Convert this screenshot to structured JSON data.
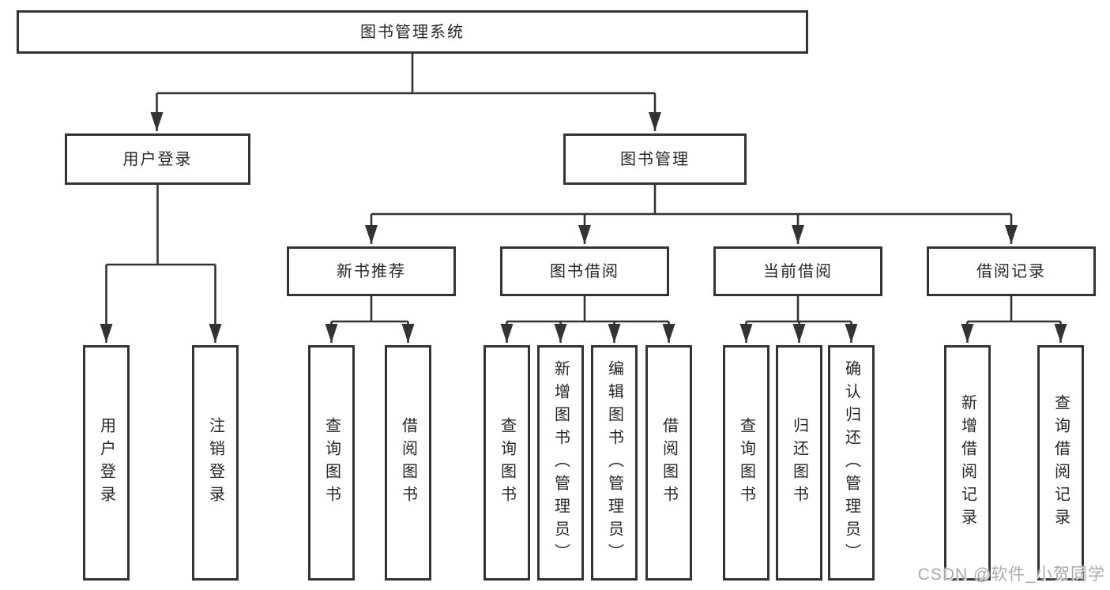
{
  "diagram_title": "图书管理系统",
  "colors": {
    "line": "#333333",
    "box_border": "#333333",
    "box_fill": "#ffffff",
    "text": "#262626",
    "watermark": "#aaaaaa",
    "background": "#ffffff"
  },
  "tree": {
    "label": "图书管理系统",
    "children": [
      {
        "label": "用户登录",
        "children": [
          {
            "label": "用户登录"
          },
          {
            "label": "注销登录"
          }
        ]
      },
      {
        "label": "图书管理",
        "children": [
          {
            "label": "新书推荐",
            "children": [
              {
                "label": "查询图书"
              },
              {
                "label": "借阅图书"
              }
            ]
          },
          {
            "label": "图书借阅",
            "children": [
              {
                "label": "查询图书"
              },
              {
                "label": "新增图书（管理员）"
              },
              {
                "label": "编辑图书（管理员）"
              },
              {
                "label": "借阅图书"
              }
            ]
          },
          {
            "label": "当前借阅",
            "children": [
              {
                "label": "查询图书"
              },
              {
                "label": "归还图书"
              },
              {
                "label": "确认归还（管理员）"
              }
            ]
          },
          {
            "label": "借阅记录",
            "children": [
              {
                "label": "新增借阅记录"
              },
              {
                "label": "查询借阅记录"
              }
            ]
          }
        ]
      }
    ]
  },
  "watermark": {
    "text": "CSDN @软件_小贺同学"
  }
}
